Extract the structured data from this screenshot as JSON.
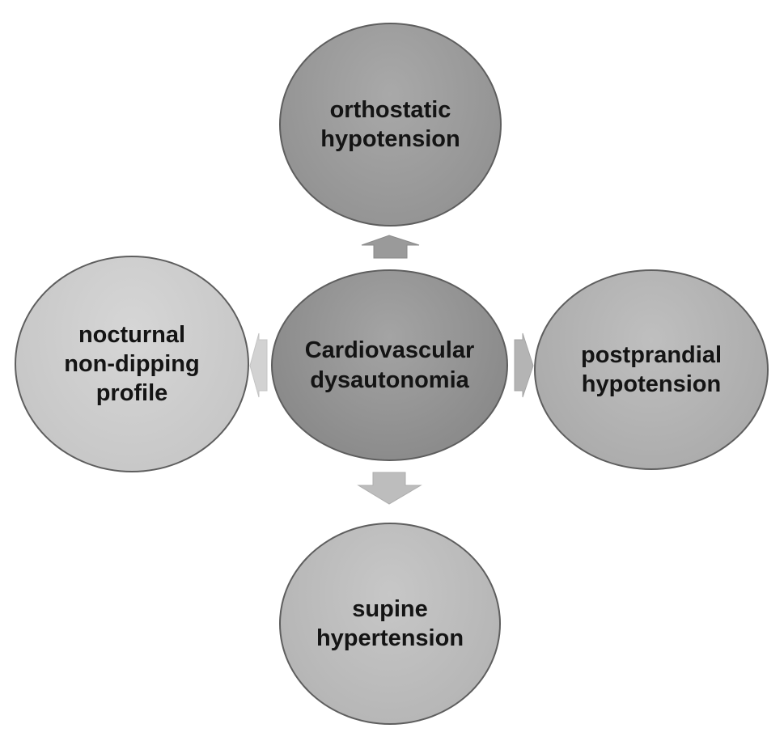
{
  "diagram": {
    "center": {
      "label": "Cardiovascular\ndysautonomia"
    },
    "top": {
      "label": "orthostatic\nhypotension"
    },
    "right": {
      "label": "postprandial\nhypotension"
    },
    "bottom": {
      "label": "supine\nhypertension"
    },
    "left": {
      "label": "nocturnal\nnon-dipping\nprofile"
    }
  },
  "colors": {
    "arrow_up": "#9a9a9a",
    "arrow_right": "#b4b4b4",
    "arrow_down": "#bdbdbd",
    "arrow_left": "#d2d2d2"
  }
}
